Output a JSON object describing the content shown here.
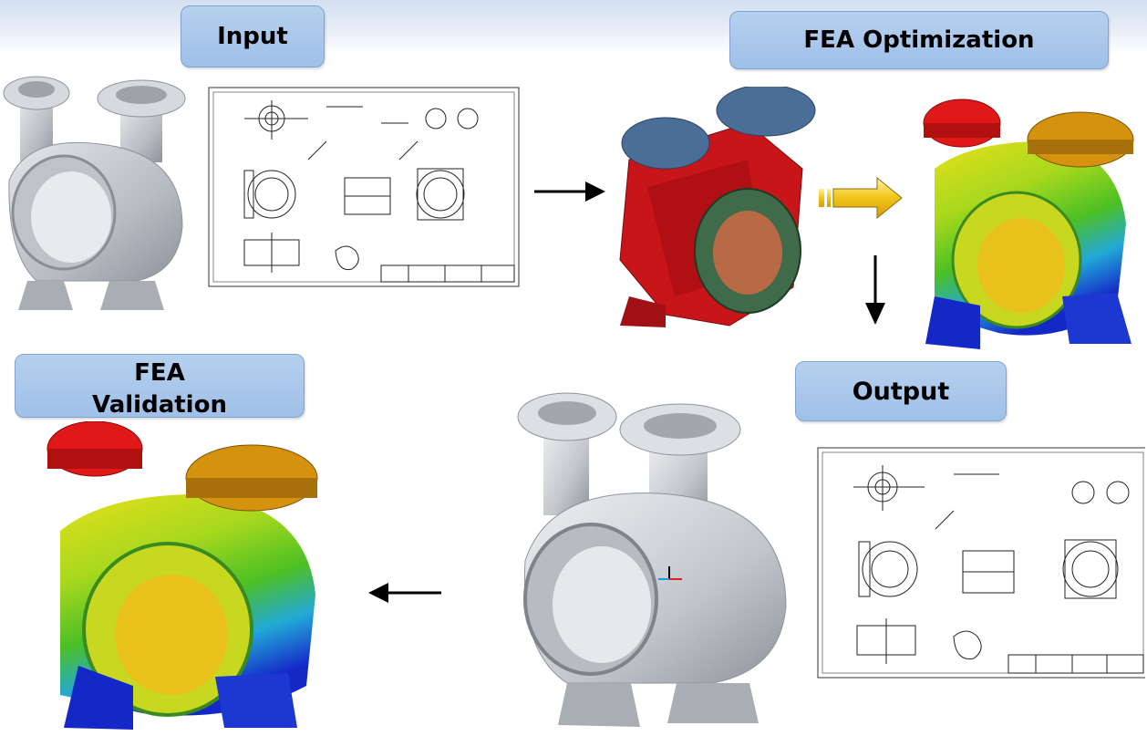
{
  "labels": {
    "input": "Input",
    "fea_optimization": "FEA Optimization",
    "output": "Output",
    "fea_validation": "FEA Validation"
  },
  "colors": {
    "label_fill": "#a6c5ea",
    "casing_grey": "#c2c6cc",
    "mesh_red": "#c8151a",
    "flange_blue": "#4a6e98",
    "contour_red": "#e01818",
    "contour_orange": "#d4920e",
    "contour_yellow": "#e6e01a",
    "contour_green": "#4cc024",
    "contour_blue": "#1428c8",
    "block_arrow_yellow": "#f2c418"
  },
  "icons": [
    "pump-casing-3d",
    "engineering-drawing",
    "fea-mesh-model",
    "fea-stress-contour",
    "arrow-right",
    "arrow-down",
    "arrow-left",
    "block-arrow-right"
  ]
}
